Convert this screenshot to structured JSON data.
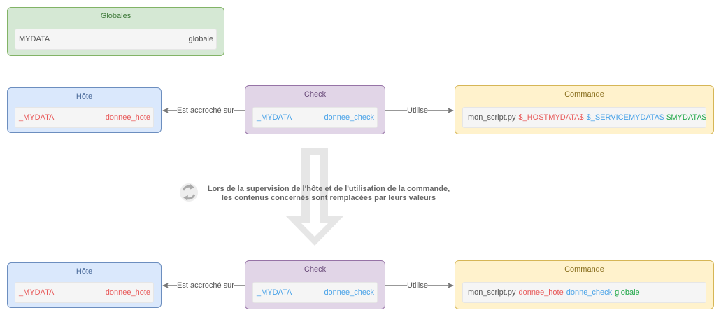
{
  "globales": {
    "title": "Globales",
    "key": "MYDATA",
    "value": "globale"
  },
  "top_row": {
    "hote": {
      "title": "Hôte",
      "key": "_MYDATA",
      "value": "donnee_hote"
    },
    "check": {
      "title": "Check",
      "key": "_MYDATA",
      "value": "donnee_check"
    },
    "commande": {
      "title": "Commande",
      "parts": [
        "mon_script.py",
        "$_HOSTMYDATA$",
        "$_SERVICEMYDATA$",
        "$MYDATA$"
      ]
    },
    "edge_attached": "Est accroché sur",
    "edge_uses": "Utilise"
  },
  "note": {
    "line1": "Lors de la supervision de l'hôte et de l'utilisation de la commande,",
    "line2": "les contenus concernés sont remplacées par leurs valeurs",
    "icon": "refresh-cycle-icon"
  },
  "bottom_row": {
    "hote": {
      "title": "Hôte",
      "key": "_MYDATA",
      "value": "donnee_hote"
    },
    "check": {
      "title": "Check",
      "key": "_MYDATA",
      "value": "donnee_check"
    },
    "commande": {
      "title": "Commande",
      "parts": [
        "mon_script.py",
        "donnee_hote",
        "donne_check",
        "globale"
      ]
    },
    "edge_attached": "Est accroché sur",
    "edge_uses": "Utilise"
  },
  "colors": {
    "globales_fill": "#d5e8d4",
    "hote_fill": "#dae8fc",
    "check_fill": "#e1d5e7",
    "commande_fill": "#fff2cc",
    "host_text": "#e85a5a",
    "check_text": "#4aa3e8",
    "global_text": "#22a84a"
  }
}
